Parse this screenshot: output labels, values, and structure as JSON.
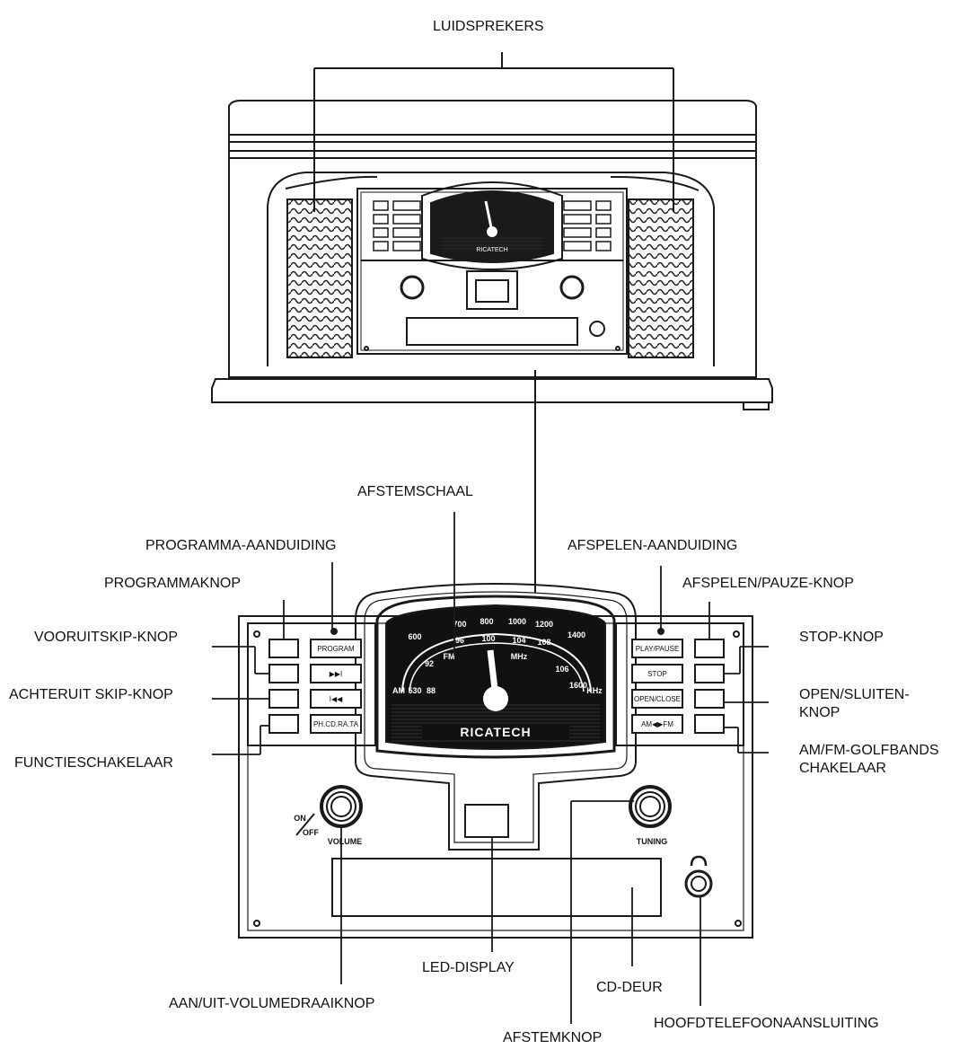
{
  "labels": {
    "speakers": "LUIDSPREKERS",
    "tuning_scale": "AFSTEMSCHAAL",
    "program_indicator": "PROGRAMMA-AANDUIDING",
    "play_indicator": "AFSPELEN-AANDUIDING",
    "program_button": "PROGRAMMAKNOP",
    "play_pause_button": "AFSPELEN/PAUZE-KNOP",
    "skip_forward": "VOORUITSKIP-KNOP",
    "stop_button": "STOP-KNOP",
    "skip_back": "ACHTERUIT SKIP-KNOP",
    "open_close": "OPEN/SLUITEN-KNOP",
    "function_switch": "FUNCTIESCHAKELAAR",
    "band_switch": "AM/FM-GOLFBANDSCHAKELAAR",
    "led_display": "LED-DISPLAY",
    "cd_door": "CD-DEUR",
    "volume_knob": "AAN/UIT-VOLUMEDRAAIKNOP",
    "headphone_jack": "HOOFDTELEFOONAANSLUITING",
    "tuning_knob": "AFSTEMKNOP"
  },
  "device": {
    "brand": "RICATECH",
    "left_buttons": [
      "PROGRAM",
      "▶▶I",
      "I◀◀",
      "PH.CD.RA.TA"
    ],
    "right_buttons": [
      "PLAY/PAUSE",
      "STOP",
      "OPEN/CLOSE",
      "AM◀▶FM"
    ],
    "volume_label": "VOLUME",
    "tuning_label": "TUNING",
    "power_label_on": "ON",
    "power_label_off": "OFF",
    "dial_top": [
      "700",
      "800",
      "1000",
      "1200",
      "1400"
    ],
    "dial_fm": [
      "92",
      "96",
      "100",
      "104",
      "108"
    ],
    "dial_left": [
      "600",
      "530",
      "88"
    ],
    "dial_right": [
      "106",
      "1600",
      "KHz"
    ],
    "dial_band_am": "AM",
    "dial_band_fm": "FM",
    "dial_unit_mhz": "MHz"
  },
  "colors": {
    "line": "#1a1a1a",
    "dial_bg": "#111111",
    "dial_text": "#ffffff"
  }
}
